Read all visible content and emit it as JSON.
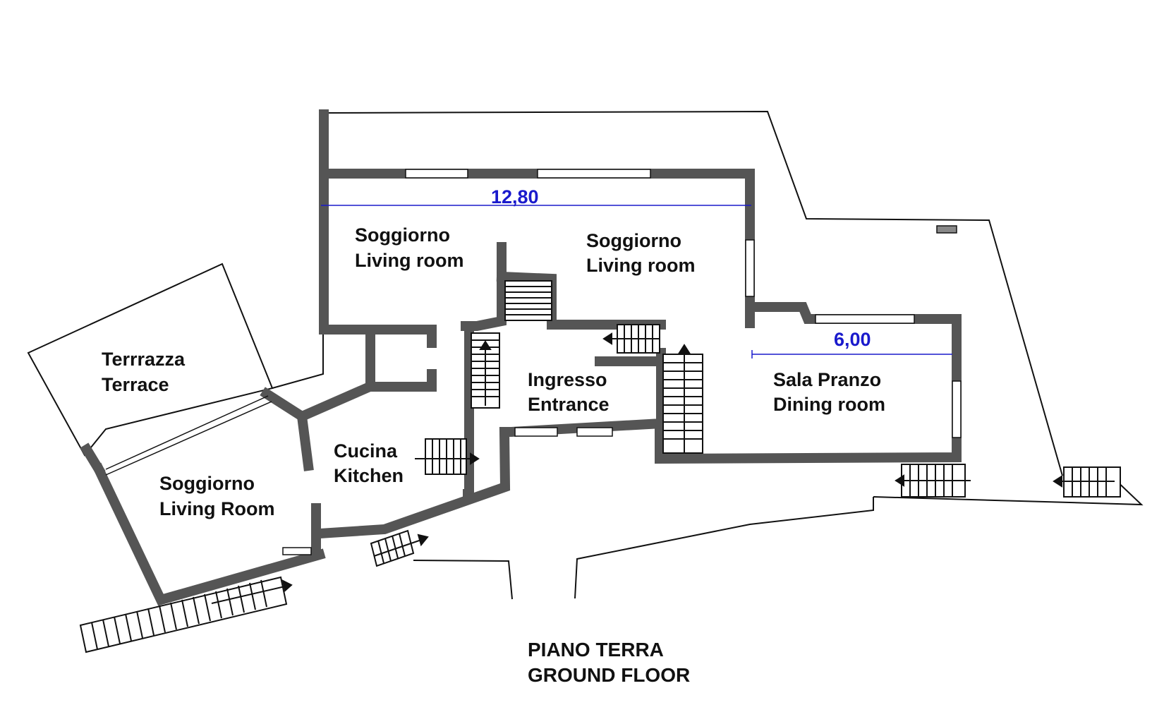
{
  "rooms": {
    "living_top_left": {
      "it": "Soggiorno",
      "en": "Living room"
    },
    "living_top_center": {
      "it": "Soggiorno",
      "en": "Living room"
    },
    "terrace": {
      "it": "Terrrazza",
      "en": "Terrace"
    },
    "entrance": {
      "it": "Ingresso",
      "en": "Entrance"
    },
    "dining": {
      "it": "Sala Pranzo",
      "en": "Dining room"
    },
    "kitchen": {
      "it": "Cucina",
      "en": "Kitchen"
    },
    "living_bottom_left": {
      "it": "Soggiorno",
      "en": "Living Room"
    }
  },
  "dimensions": {
    "top_width": "12,80",
    "dining_width": "6,00",
    "color": "#1a1acc"
  },
  "title": {
    "it": "PIANO TERRA",
    "en": "GROUND FLOOR"
  },
  "colors": {
    "wall": "#555555",
    "outline": "#111111"
  }
}
